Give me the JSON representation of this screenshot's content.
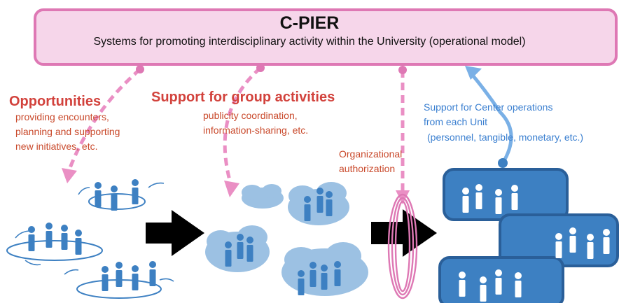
{
  "header": {
    "title": "C-PIER",
    "subtitle": "Systems for promoting interdisciplinary activity within the University (operational model)"
  },
  "opportunities": {
    "heading": "Opportunities",
    "lines": [
      "providing encounters,",
      "planning and supporting",
      "new initiatives, etc."
    ]
  },
  "group_support": {
    "heading": "Support for group activities",
    "lines": [
      "publicity coordination,",
      "information-sharing, etc."
    ]
  },
  "authorization": {
    "lines": [
      "Organizational",
      "authorization"
    ]
  },
  "center_support": {
    "lines": [
      "Support for Center operations",
      "from each Unit",
      "(personnel, tangible, monetary, etc.)"
    ]
  },
  "colors": {
    "banner_fill": "#f6d6ea",
    "banner_border": "#de78b4",
    "heading_red": "#d2423c",
    "text_red": "#c9492b",
    "text_blue": "#3a7fd0",
    "people_blue": "#3d80c2",
    "cloud_blue": "#9cc1e3",
    "unit_blue": "#2e6fb3",
    "arrow_black": "#000000"
  }
}
